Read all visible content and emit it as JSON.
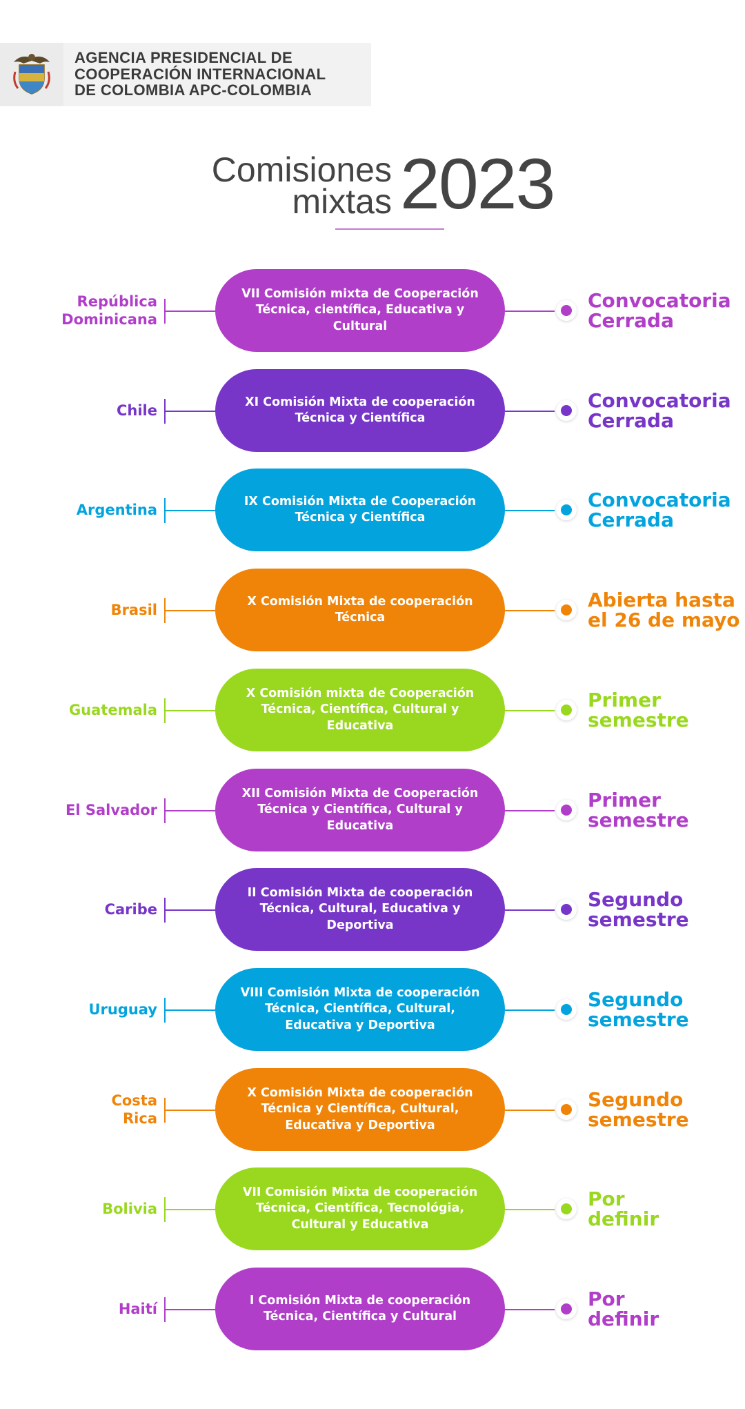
{
  "header": {
    "agency_line1": "AGENCIA PRESIDENCIAL DE",
    "agency_line2": "COOPERACIÓN INTERNACIONAL",
    "agency_line3": "DE COLOMBIA APC-COLOMBIA"
  },
  "title": {
    "line1": "Comisiones",
    "line2": "mixtas",
    "year": "2023"
  },
  "colors": {
    "magenta": "#b03ec9",
    "purple": "#7736c8",
    "blue": "#03a3de",
    "orange": "#ef8408",
    "green": "#99d81f"
  },
  "rows": [
    {
      "country": "República\nDominicana",
      "commission": "VII Comisión mixta de Cooperación Técnica, científica, Educativa y Cultural",
      "status": "Convocatoria\nCerrada",
      "color": "#b03ec9"
    },
    {
      "country": "Chile",
      "commission": "XI Comisión Mixta de cooperación Técnica y Científica",
      "status": "Convocatoria\nCerrada",
      "color": "#7736c8"
    },
    {
      "country": "Argentina",
      "commission": "IX Comisión Mixta de Cooperación Técnica y Científica",
      "status": "Convocatoria\nCerrada",
      "color": "#03a3de"
    },
    {
      "country": "Brasil",
      "commission": "X Comisión Mixta de cooperación Técnica",
      "status": "Abierta hasta\nel 26 de mayo",
      "color": "#ef8408"
    },
    {
      "country": "Guatemala",
      "commission": "X Comisión mixta de Cooperación Técnica, Científica, Cultural y Educativa",
      "status": "Primer\nsemestre",
      "color": "#99d81f"
    },
    {
      "country": "El Salvador",
      "commission": "XII Comisión Mixta de Cooperación Técnica y Científica, Cultural y Educativa",
      "status": "Primer\nsemestre",
      "color": "#b03ec9"
    },
    {
      "country": "Caribe",
      "commission": "II Comisión Mixta de cooperación Técnica, Cultural, Educativa y Deportiva",
      "status": "Segundo\nsemestre",
      "color": "#7736c8"
    },
    {
      "country": "Uruguay",
      "commission": "VIII Comisión Mixta de cooperación Técnica, Científica, Cultural, Educativa y Deportiva",
      "status": "Segundo\nsemestre",
      "color": "#03a3de"
    },
    {
      "country": "Costa\nRica",
      "commission": "X Comisión Mixta de cooperación Técnica y Científica, Cultural, Educativa y Deportiva",
      "status": "Segundo\nsemestre",
      "color": "#ef8408"
    },
    {
      "country": "Bolivia",
      "commission": "VII Comisión Mixta de cooperación Técnica, Científica, Tecnológia, Cultural y Educativa",
      "status": "Por\ndefinir",
      "color": "#99d81f"
    },
    {
      "country": "Haití",
      "commission": "I Comisión Mixta de cooperación Técnica, Científica y Cultural",
      "status": "Por\ndefinir",
      "color": "#b03ec9"
    }
  ]
}
